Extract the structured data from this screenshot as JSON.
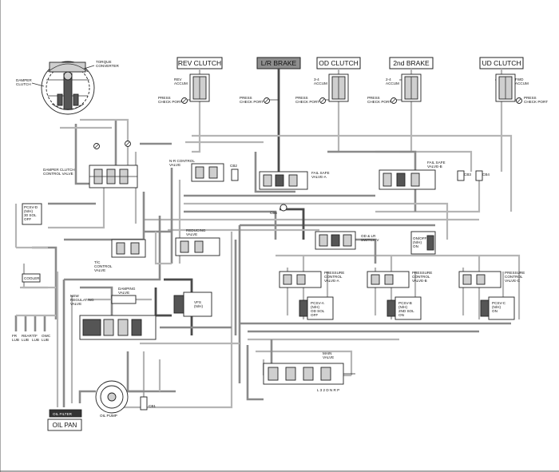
{
  "clutch_headers": [
    {
      "label": "REV CLUTCH",
      "highlight": false
    },
    {
      "label": "L/R BRAKE",
      "highlight": true
    },
    {
      "label": "OD CLUTCH",
      "highlight": false
    },
    {
      "label": "2nd BRAKE",
      "highlight": false
    },
    {
      "label": "UD CLUTCH",
      "highlight": false
    }
  ],
  "accumulators": {
    "rev": [
      "REV",
      "ACCUM"
    ],
    "od": [
      "3-4",
      "ACCUM"
    ],
    "second": [
      "2-4",
      "ACCUM"
    ],
    "ud": [
      "FWD",
      "ACCUM"
    ]
  },
  "check_ports": {
    "p1": [
      "PRESS",
      "CHECK PORT"
    ],
    "p2": [
      "PRESS",
      "CHECK PORT"
    ],
    "p3": [
      "PRESS",
      "CHECK PORT"
    ],
    "p4": [
      "PRESS",
      "CHECK PORT"
    ],
    "p5": [
      "PRESS",
      "CHECK PORT"
    ]
  },
  "left_components": {
    "torque_converter": [
      "TORQUE",
      "CONVERTER"
    ],
    "damper_clutch": [
      "DAMPER",
      "CLUTCH"
    ],
    "damper_valve": [
      "DAMPER CLUTCH",
      "CONTROL VALVE"
    ],
    "pcsv_d": [
      "PCSV-D",
      "(N/H)",
      "30 SOL",
      "OFF"
    ],
    "cooler": "COOLER",
    "lub_labels": [
      "FR",
      "LUB",
      "REAR",
      "LUB",
      "T/F",
      "LUB",
      "OWC",
      "LUB"
    ],
    "tc_valve": [
      "T/C",
      "CONTROL",
      "VALVE"
    ],
    "regulating_valve": [
      "NEW",
      "REGULATING",
      "VALVE"
    ],
    "damping_valve": [
      "DAMPING",
      "VALVE"
    ],
    "vfs": [
      "VFS",
      "(N/H)"
    ],
    "oil_pump": "OIL PUMP",
    "oil_filter": "OIL FILTER",
    "oil_pan": "OIL PAN",
    "cb1": "CB1"
  },
  "center_components": {
    "nr_valve": [
      "N-R CONTROL",
      "VALVE"
    ],
    "cb2": "CB2",
    "fail_safe_a": [
      "FAIL SAFE",
      "VALVE-A"
    ],
    "reducing_valve": [
      "REDUCING",
      "VALVE"
    ],
    "cb5": "CB5",
    "od_lr_switch": [
      "OD & LR",
      "SWITCH V"
    ],
    "fail_safe_b": [
      "FAIL SAFE",
      "VALVE-B"
    ],
    "cb3": "CB3",
    "cb4": "CB4",
    "onoff_sol": [
      "ON/OFF",
      "(N/H)",
      "ON"
    ],
    "pcv_a": [
      "PRESSURE",
      "CONTROL",
      "VALVE-A"
    ],
    "pcv_b": [
      "PRESSURE",
      "CONTROL",
      "VALVE-B"
    ],
    "pcv_c": [
      "PRESSURE",
      "CONTROL",
      "VALVE-C"
    ],
    "pcsv_a": [
      "PCSV-A",
      "(N/H)",
      "OD SOL",
      "OFF"
    ],
    "pcsv_b": [
      "PCSV-B",
      "(N/H)",
      "2ND SOL",
      "ON"
    ],
    "pcsv_c": [
      "PCSV-C",
      "(N/H)",
      "ON"
    ],
    "manual_valve": [
      "MAIN",
      "VALVE"
    ],
    "shift_positions": "L 3 2 D N R P"
  }
}
